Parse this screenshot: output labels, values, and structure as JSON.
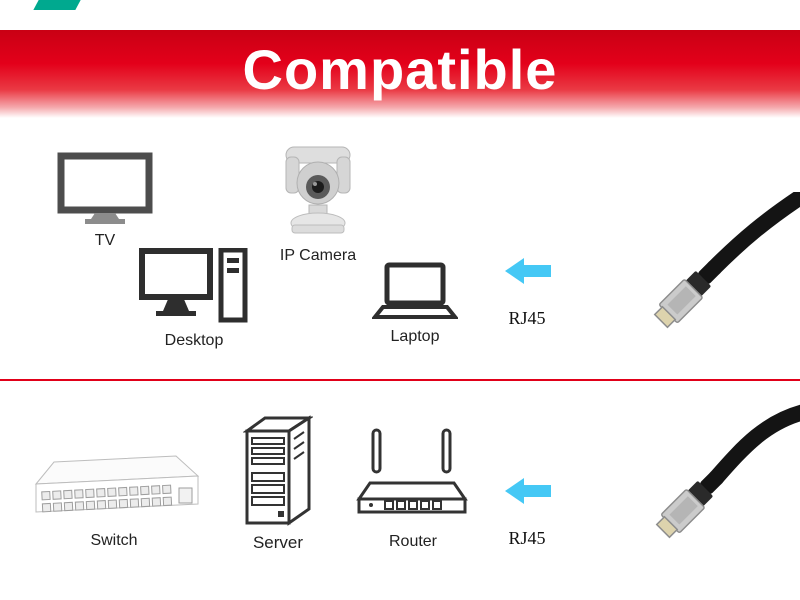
{
  "logo": {
    "color": "#00A98F"
  },
  "banner": {
    "title": "Compatible",
    "bg_color": "#E3001A",
    "text_color": "#FFFFFF"
  },
  "divider_color": "#E10019",
  "arrow_color": "#45C8F5",
  "sections": [
    {
      "name": "top",
      "devices": [
        {
          "icon": "tv-icon",
          "label": "TV"
        },
        {
          "icon": "ip-camera-icon",
          "label": "IP Camera"
        },
        {
          "icon": "desktop-icon",
          "label": "Desktop"
        },
        {
          "icon": "laptop-icon",
          "label": "Laptop"
        }
      ],
      "connector_label": "RJ45"
    },
    {
      "name": "bottom",
      "devices": [
        {
          "icon": "switch-icon",
          "label": "Switch"
        },
        {
          "icon": "server-icon",
          "label": "Server"
        },
        {
          "icon": "router-icon",
          "label": "Router"
        }
      ],
      "connector_label": "RJ45"
    }
  ]
}
